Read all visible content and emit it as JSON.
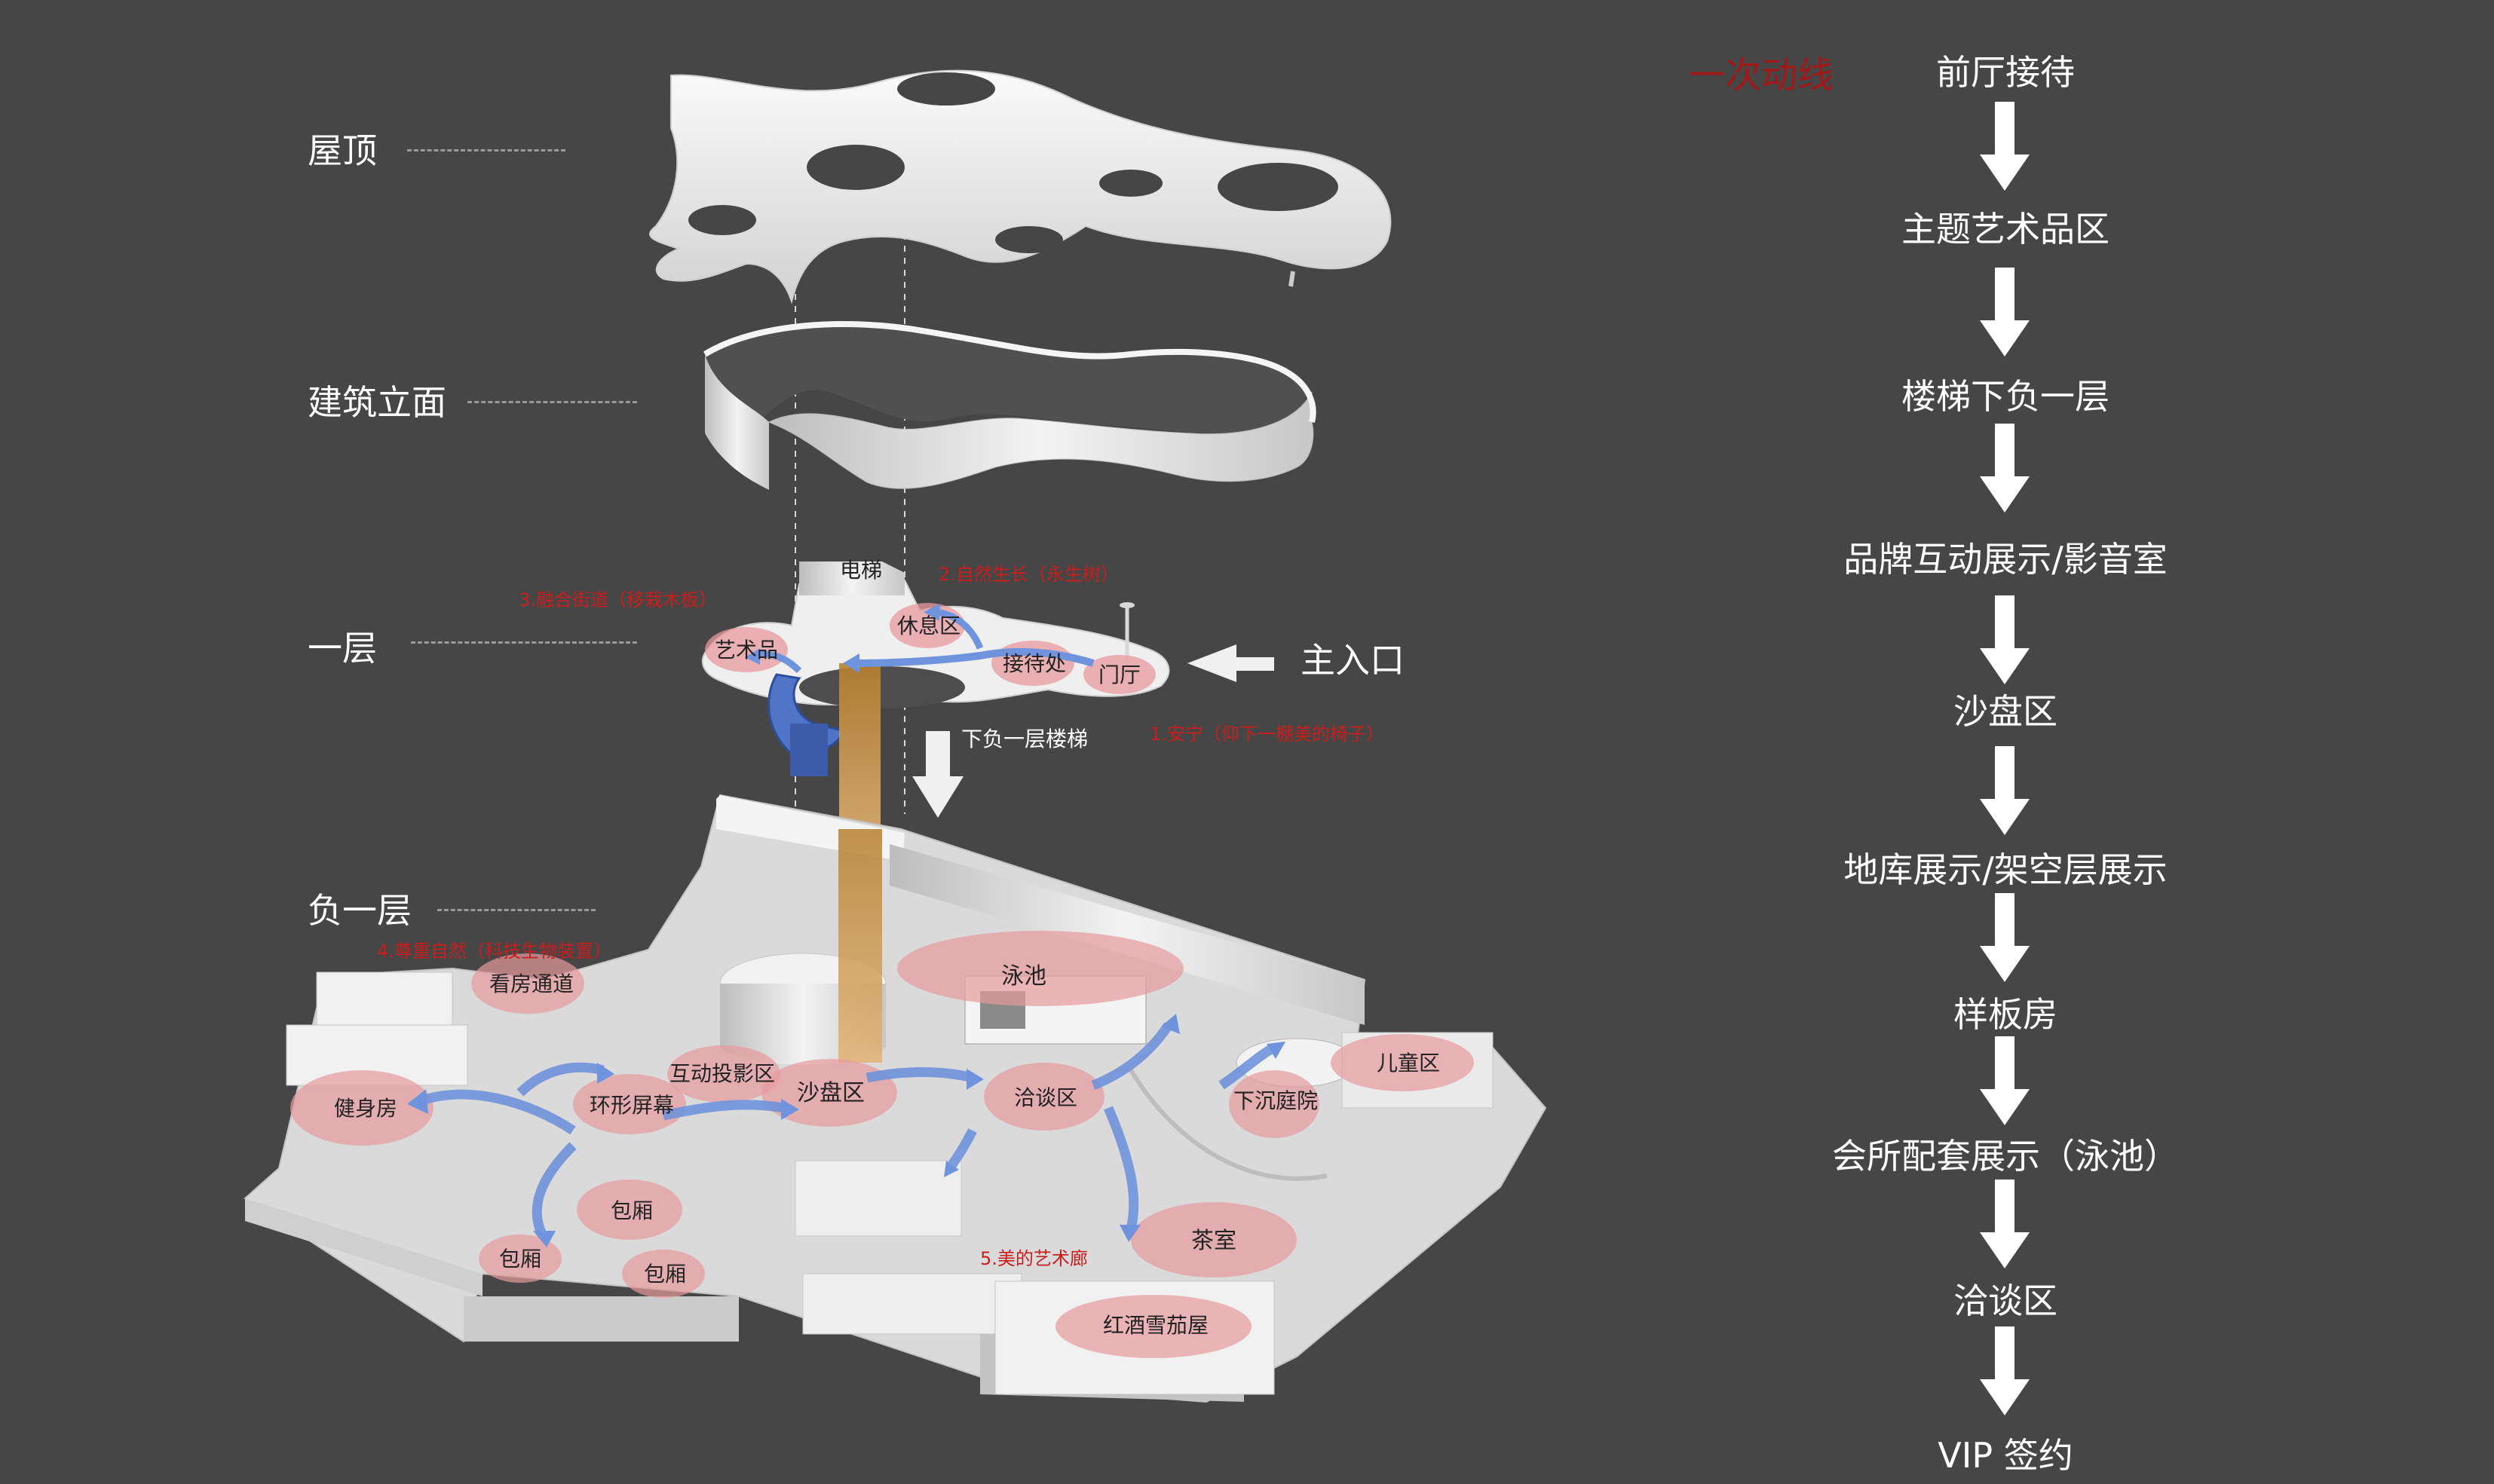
{
  "layers": {
    "roof": "屋顶",
    "facade": "建筑立面",
    "first_floor": "一层",
    "basement": "负一层"
  },
  "first_floor_rooms": {
    "elevator": "电梯",
    "rest": "休息区",
    "art": "艺术品",
    "reception": "接待处",
    "lobby": "门厅"
  },
  "first_floor_notes": {
    "note1": "1.安宁（仰下一棚美的椅子）",
    "note2": "2.自然生长（永生树）",
    "note3": "3.融合街道（移栽木板）",
    "stairs_down": "下负一层楼梯",
    "main_entrance": "主入口"
  },
  "basement_rooms": {
    "viewing_passage": "看房通道",
    "pool": "泳池",
    "gym": "健身房",
    "ring_screen": "环形屏幕",
    "interactive_projection": "互动投影区",
    "sand_table": "沙盘区",
    "negotiation": "洽谈区",
    "sunken_court": "下沉庭院",
    "kids": "儿童区",
    "private_room_1": "包厢",
    "private_room_2": "包厢",
    "private_room_3": "包厢",
    "tea_room": "茶室",
    "wine_cigar": "红酒雪茄屋"
  },
  "basement_notes": {
    "note4": "4.尊重自然（科技生物装置）",
    "note5": "5.美的艺术廊"
  },
  "flow": {
    "title": "一次动线",
    "steps": [
      "前厅接待",
      "主题艺术品区",
      "楼梯下负一层",
      "品牌互动展示/影音室",
      "沙盘区",
      "地库展示/架空层展示",
      "样板房",
      "会所配套展示（泳池）",
      "洽谈区",
      "VIP 签约"
    ]
  },
  "colors": {
    "background": "#464646",
    "model": "#e6e6e6",
    "zone": "#e79a9e",
    "path_arrow": "#6f93dc",
    "note_red": "#c81e1e",
    "core": "#c88a3c"
  }
}
